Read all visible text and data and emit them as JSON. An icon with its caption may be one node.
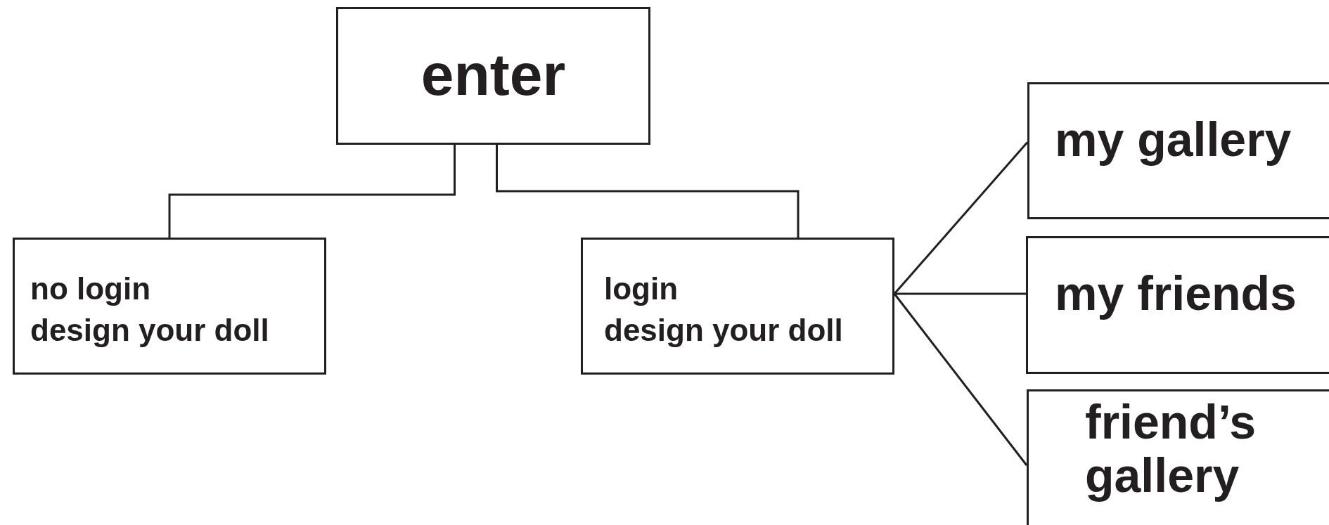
{
  "diagram": {
    "nodes": [
      {
        "text": [
          "enter"
        ]
      },
      {
        "text": [
          "no login",
          "design your doll"
        ]
      },
      {
        "text": [
          "login",
          "design your doll"
        ]
      },
      {
        "text": [
          "my gallery"
        ]
      },
      {
        "text": [
          "my friends"
        ]
      },
      {
        "text": [
          "friend’s gallery"
        ]
      }
    ],
    "edges": [
      {
        "from": 0,
        "to": 1,
        "arrow": "none"
      },
      {
        "from": 0,
        "to": 2,
        "arrow": "none"
      },
      {
        "from": 2,
        "to": 3,
        "arrow": "none"
      },
      {
        "from": 2,
        "to": 4,
        "arrow": "none"
      },
      {
        "from": 2,
        "to": 5,
        "arrow": "none"
      }
    ]
  }
}
